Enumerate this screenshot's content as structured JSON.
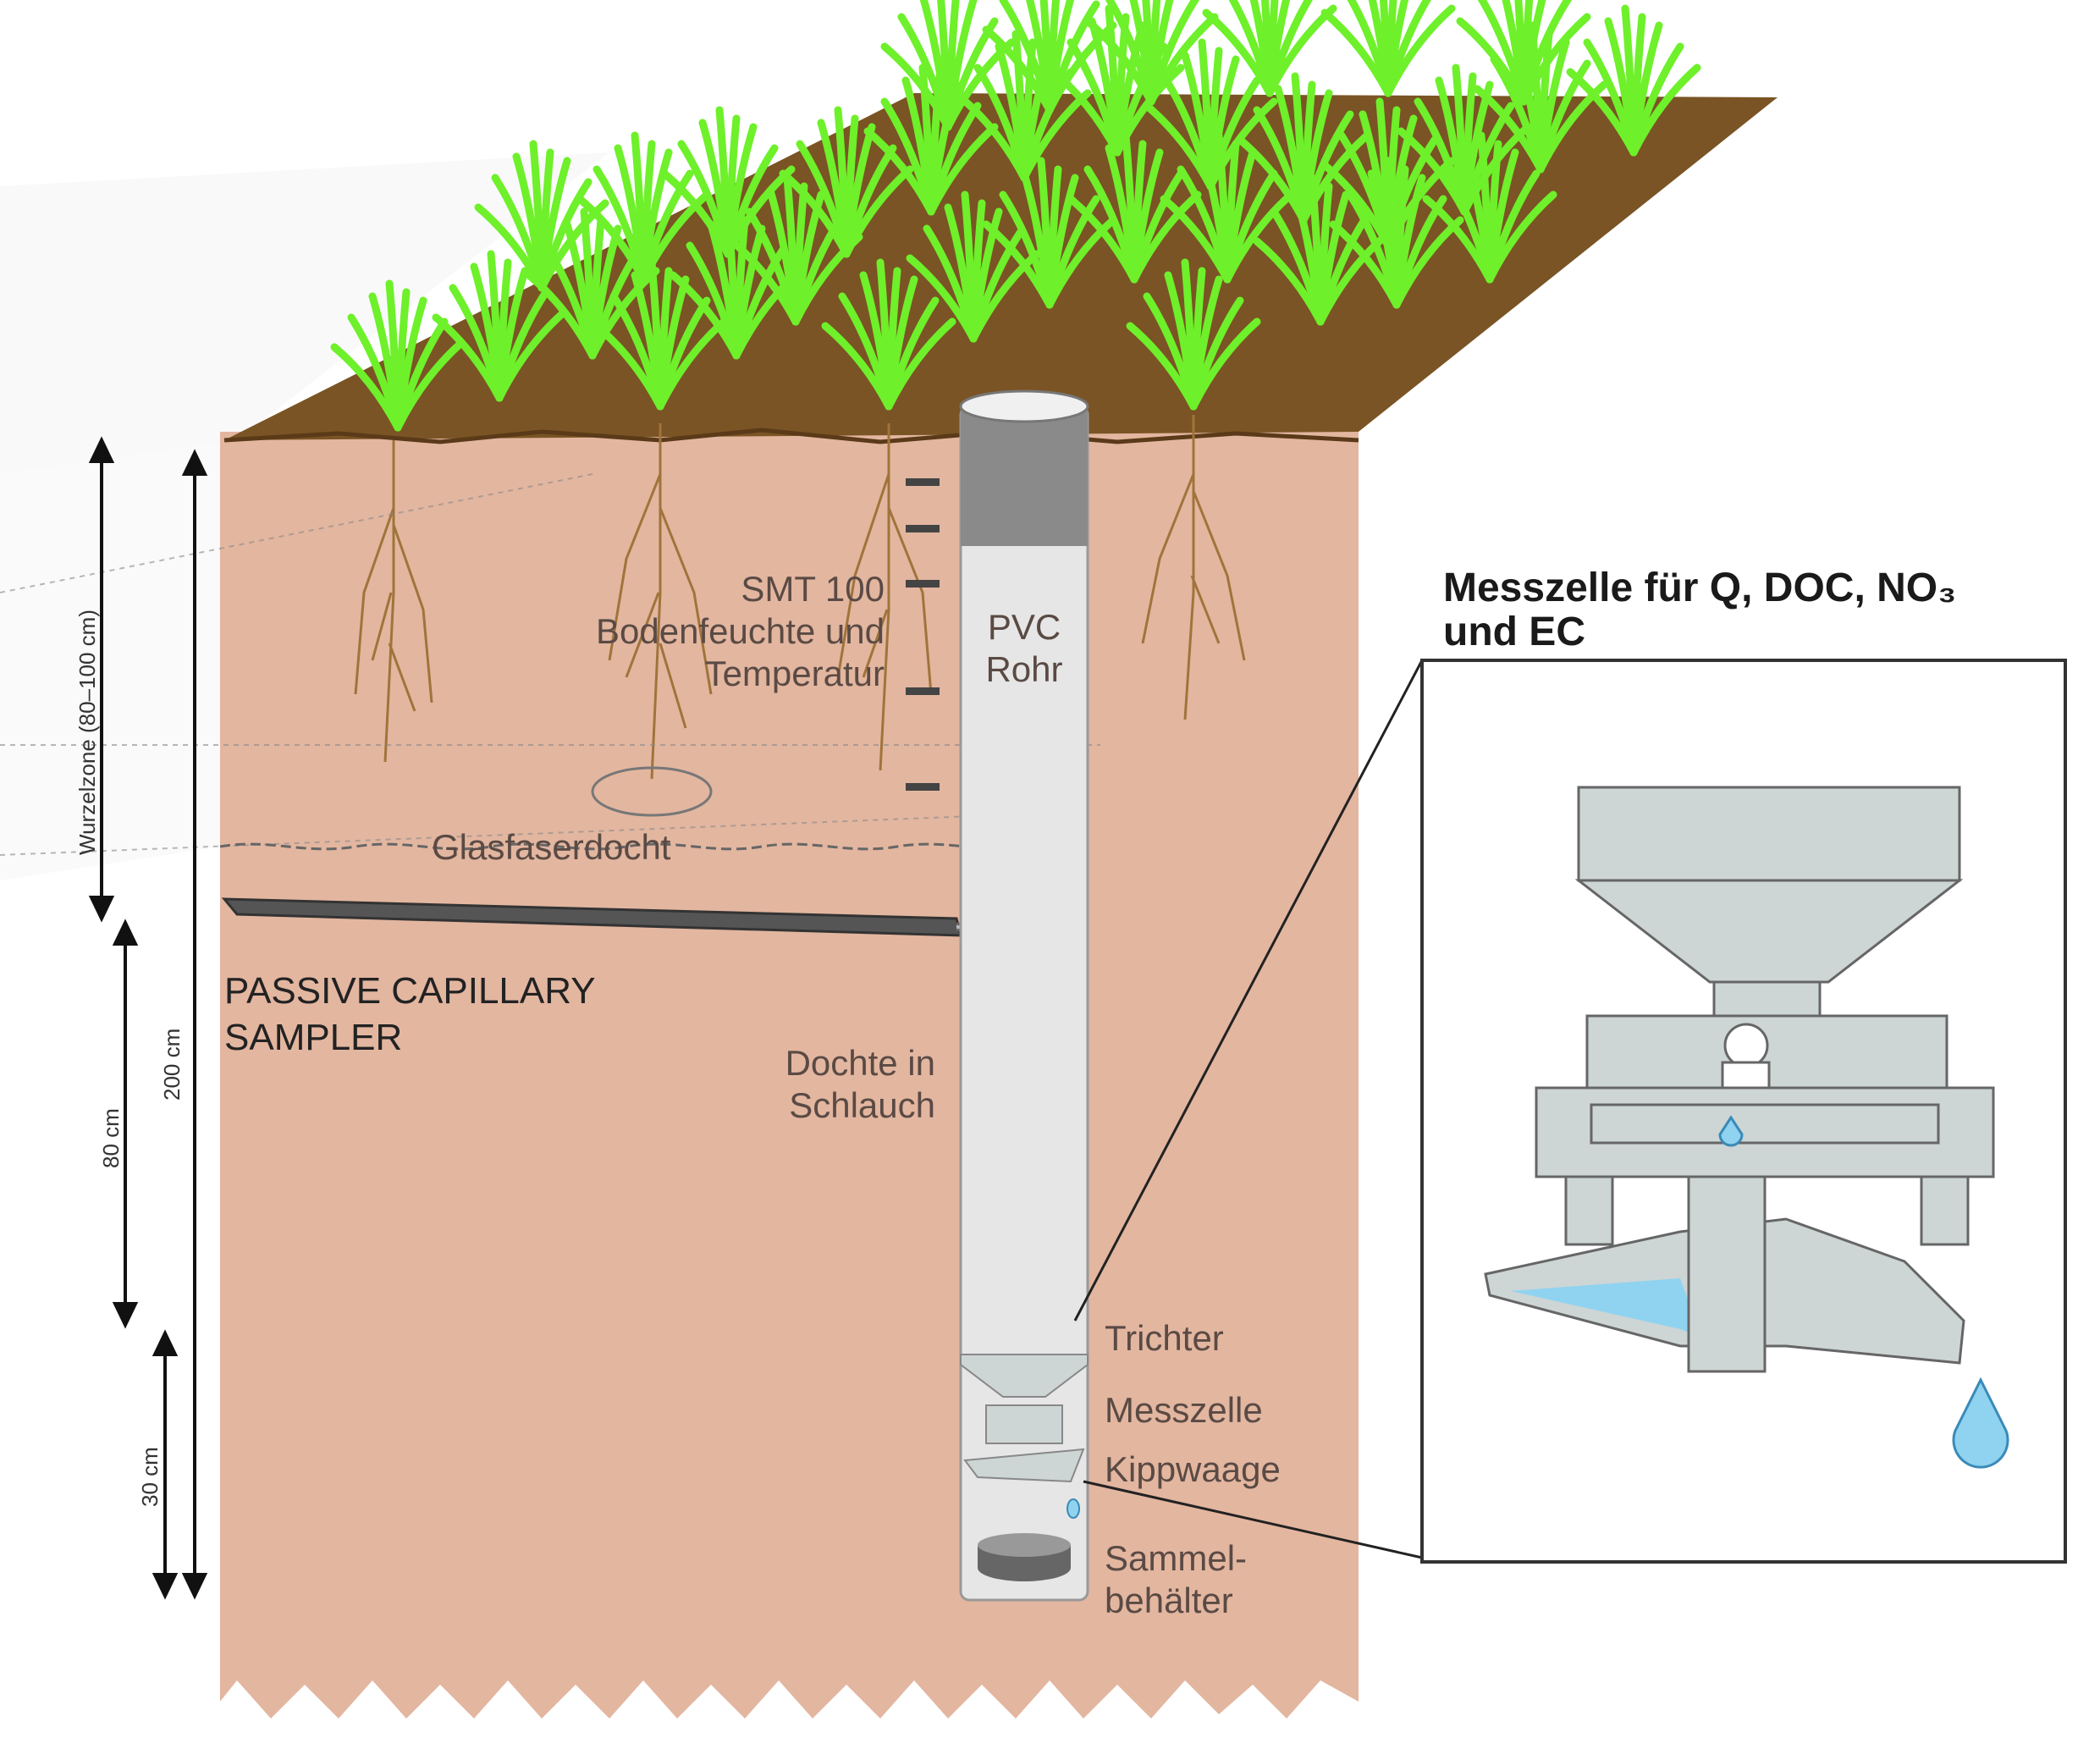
{
  "labels": {
    "smt_line1": "SMT 100",
    "smt_line2": "Bodenfeuchte und",
    "smt_line3": "Temperatur",
    "pvc_line1": "PVC",
    "pvc_line2": "Rohr",
    "glass_fiber": "Glasfaserdocht",
    "sampler_line1": "PASSIVE CAPILLARY",
    "sampler_line2": "SAMPLER",
    "wick_line1": "Dochte in",
    "wick_line2": "Schlauch",
    "funnel": "Trichter",
    "cell": "Messzelle",
    "tipping": "Kippwaage",
    "collect_line1": "Sammel-",
    "collect_line2": "behälter",
    "detail_title_line1": "Messzelle für Q, DOC, NO₃",
    "detail_title_line2": "und EC",
    "dim_root": "Wurzelzone (80–100 cm)",
    "dim_total": "200 cm",
    "dim_mid": "80 cm",
    "dim_bottom": "30 cm"
  },
  "colors": {
    "grass": "#6ef02a",
    "topsoil": "#7a5424",
    "soil": "#e3b6a0",
    "roots": "#a0743a",
    "pipe": "#e6e6e6",
    "apparatus": "#cdd5d5",
    "water": "#8fd3f0"
  }
}
